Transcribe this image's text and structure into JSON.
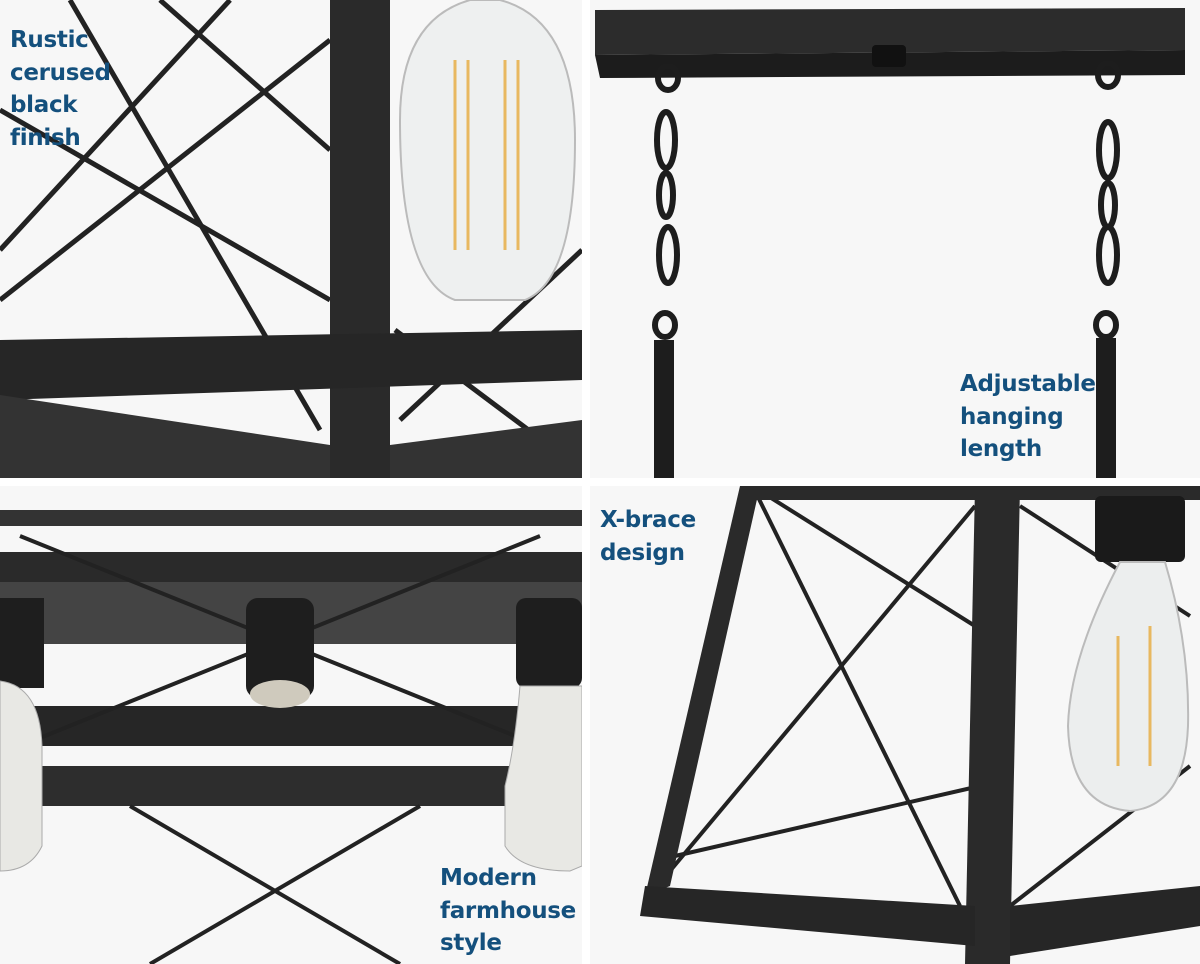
{
  "caption_color": "#14507d",
  "panels": [
    {
      "caption": [
        "Rustic",
        "cerused",
        "black",
        "finish"
      ]
    },
    {
      "caption": [
        "Adjustable",
        "hanging",
        "length"
      ]
    },
    {
      "caption": [
        "Modern",
        "farmhouse",
        "style"
      ]
    },
    {
      "caption": [
        "X-brace",
        "design"
      ]
    }
  ]
}
